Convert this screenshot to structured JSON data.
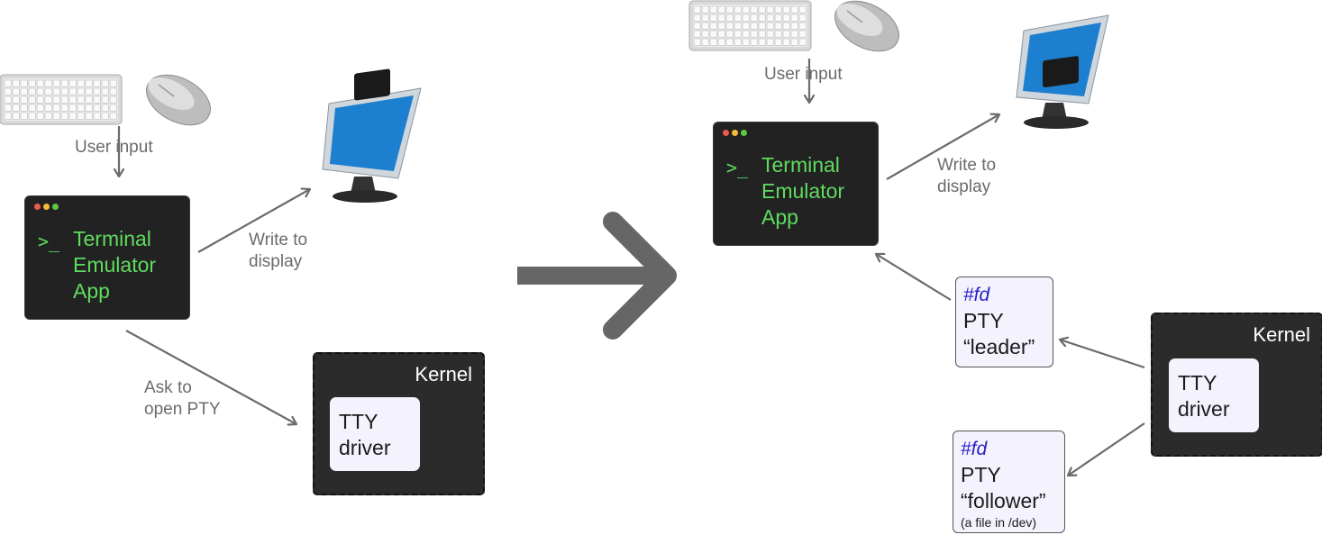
{
  "colors": {
    "arrow": "#6b6b6b",
    "terminal_bg": "#222222",
    "terminal_text": "#5fdc5f",
    "kernel_bg": "#2b2b2b",
    "box_bg": "#f4f2fc",
    "fd_text": "#2a20c8",
    "dot_red": "#ef5a4f",
    "dot_yellow": "#f4bd3c",
    "dot_green": "#5cc940"
  },
  "icons": [
    "keyboard-icon",
    "mouse-icon",
    "monitor-icon",
    "big-right-arrow-icon"
  ],
  "left": {
    "user_input": "User input",
    "terminal": {
      "prompt": ">_",
      "title": [
        "Terminal",
        "Emulator",
        "App"
      ]
    },
    "write_to_display": "Write to\ndisplay",
    "ask_to_open_pty": "Ask to\nopen PTY",
    "kernel": {
      "label": "Kernel",
      "tty": [
        "TTY",
        "driver"
      ]
    }
  },
  "right": {
    "user_input": "User input",
    "terminal": {
      "prompt": ">_",
      "title": [
        "Terminal",
        "Emulator",
        "App"
      ]
    },
    "write_to_display": "Write to\ndisplay",
    "pty_leader": {
      "fd": "#fd",
      "line1": "PTY",
      "line2": "“leader”"
    },
    "pty_follower": {
      "fd": "#fd",
      "line1": "PTY",
      "line2": "“follower”",
      "note": "(a file in /dev)"
    },
    "kernel": {
      "label": "Kernel",
      "tty": [
        "TTY",
        "driver"
      ]
    }
  }
}
